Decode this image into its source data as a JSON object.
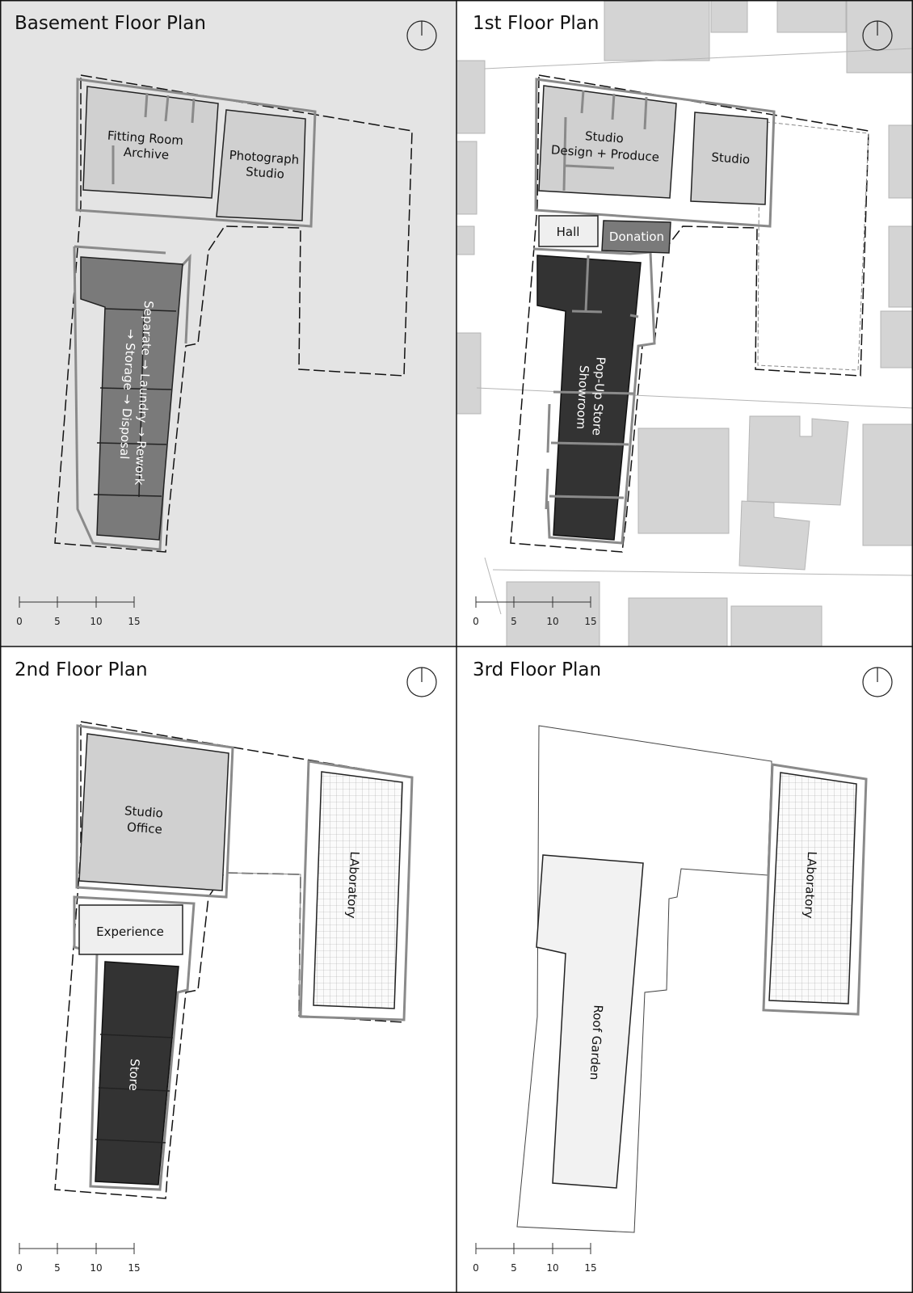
{
  "panels": {
    "basement": {
      "title": "Basement Floor Plan",
      "rooms": {
        "fitting": [
          "Fitting Room",
          "Archive"
        ],
        "photo": [
          "Photograph",
          "Studio"
        ],
        "process": [
          "Separate → Laundry → Rework",
          "→ Storage → Disposal"
        ]
      }
    },
    "first": {
      "title": "1st Floor Plan",
      "rooms": {
        "studio_design": [
          "Studio",
          "Design + Produce"
        ],
        "studio": "Studio",
        "hall": "Hall",
        "donation": "Donation",
        "popup": [
          "Pop-Up Store",
          "Showroom"
        ]
      }
    },
    "second": {
      "title": "2nd Floor Plan",
      "rooms": {
        "office": [
          "Studio",
          "Office"
        ],
        "experience": "Experience",
        "store": "Store",
        "lab": "LAboratory"
      }
    },
    "third": {
      "title": "3rd Floor Plan",
      "rooms": {
        "roof": "Roof Garden",
        "lab": "LAboratory"
      }
    }
  },
  "scale_bar": {
    "ticks": [
      "0",
      "5",
      "10",
      "15"
    ]
  },
  "icons": {
    "north": "north-arrow-icon"
  },
  "colors": {
    "basement_bg": "#e4e4e4",
    "room_light": "#d0d0d0",
    "room_mid": "#7a7a7a",
    "room_dark": "#333333",
    "room_pale": "#efefef",
    "wall": "#8a8a8a"
  }
}
